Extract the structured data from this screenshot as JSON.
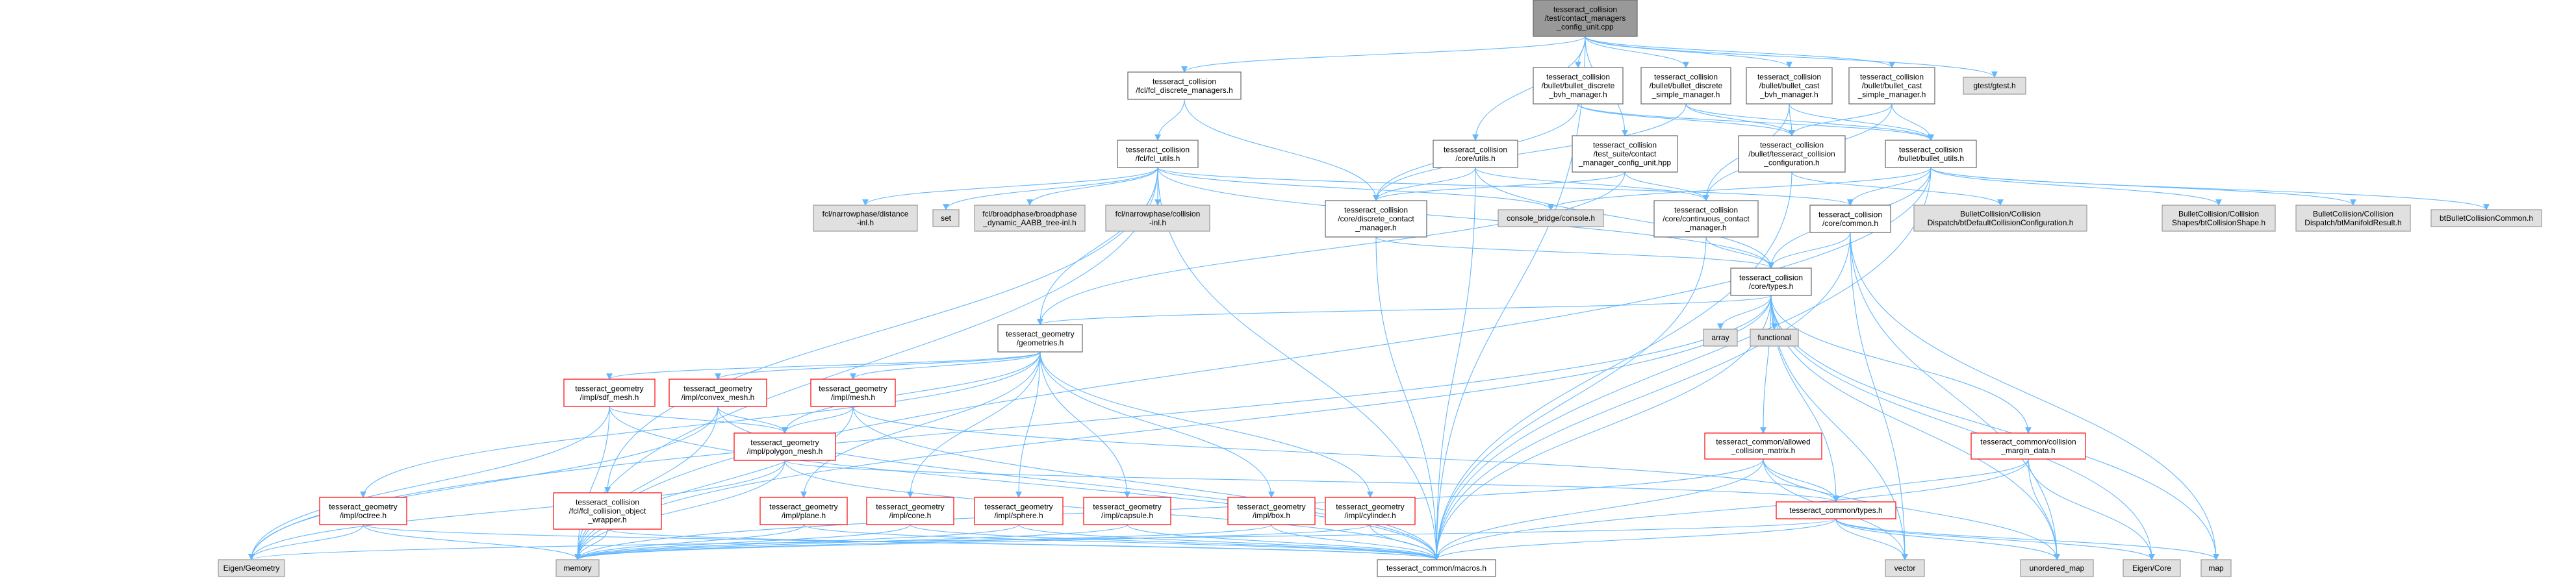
{
  "styles": {
    "root": {
      "fill": "#999999",
      "stroke": "#666666"
    },
    "normal": {
      "fill": "#ffffff",
      "stroke": "#666666"
    },
    "incomplete": {
      "fill": "#ffffff",
      "stroke": "#ff0000"
    },
    "external": {
      "fill": "#e0e0e0",
      "stroke": "#999999"
    },
    "edge": "#63b8ff"
  },
  "nodes": [
    {
      "id": "root",
      "kind": "root",
      "lines": [
        "tesseract_collision",
        "/test/contact_managers",
        "_config_unit.cpp"
      ]
    },
    {
      "id": "fcl_discrete",
      "kind": "normal",
      "lines": [
        "tesseract_collision",
        "/fcl/fcl_discrete_managers.h"
      ]
    },
    {
      "id": "bullet_discrete_bvh",
      "kind": "normal",
      "lines": [
        "tesseract_collision",
        "/bullet/bullet_discrete",
        "_bvh_manager.h"
      ]
    },
    {
      "id": "bullet_discrete_simple",
      "kind": "normal",
      "lines": [
        "tesseract_collision",
        "/bullet/bullet_discrete",
        "_simple_manager.h"
      ]
    },
    {
      "id": "bullet_cast_bvh",
      "kind": "normal",
      "lines": [
        "tesseract_collision",
        "/bullet/bullet_cast",
        "_bvh_manager.h"
      ]
    },
    {
      "id": "bullet_cast_simple",
      "kind": "normal",
      "lines": [
        "tesseract_collision",
        "/bullet/bullet_cast",
        "_simple_manager.h"
      ]
    },
    {
      "id": "gtest",
      "kind": "external",
      "lines": [
        "gtest/gtest.h"
      ]
    },
    {
      "id": "fcl_utils",
      "kind": "normal",
      "lines": [
        "tesseract_collision",
        "/fcl/fcl_utils.h"
      ]
    },
    {
      "id": "core_utils",
      "kind": "normal",
      "lines": [
        "tesseract_collision",
        "/core/utils.h"
      ]
    },
    {
      "id": "test_suite_cfg",
      "kind": "normal",
      "lines": [
        "tesseract_collision",
        "/test_suite/contact",
        "_manager_config_unit.hpp"
      ]
    },
    {
      "id": "bullet_cfg",
      "kind": "normal",
      "lines": [
        "tesseract_collision",
        "/bullet/tesseract_collision",
        "_configuration.h"
      ]
    },
    {
      "id": "bullet_utils",
      "kind": "normal",
      "lines": [
        "tesseract_collision",
        "/bullet/bullet_utils.h"
      ]
    },
    {
      "id": "fcl_distance",
      "kind": "external",
      "lines": [
        "fcl/narrowphase/distance",
        "-inl.h"
      ]
    },
    {
      "id": "set",
      "kind": "external",
      "lines": [
        "set"
      ]
    },
    {
      "id": "fcl_broadphase",
      "kind": "external",
      "lines": [
        "fcl/broadphase/broadphase",
        "_dynamic_AABB_tree-inl.h"
      ]
    },
    {
      "id": "fcl_collision",
      "kind": "external",
      "lines": [
        "fcl/narrowphase/collision",
        "-inl.h"
      ]
    },
    {
      "id": "discrete_contact",
      "kind": "normal",
      "lines": [
        "tesseract_collision",
        "/core/discrete_contact",
        "_manager.h"
      ]
    },
    {
      "id": "console_bridge",
      "kind": "external",
      "lines": [
        "console_bridge/console.h"
      ]
    },
    {
      "id": "continuous_contact",
      "kind": "normal",
      "lines": [
        "tesseract_collision",
        "/core/continuous_contact",
        "_manager.h"
      ]
    },
    {
      "id": "core_common",
      "kind": "normal",
      "lines": [
        "tesseract_collision",
        "/core/common.h"
      ]
    },
    {
      "id": "bt_default_cfg",
      "kind": "external",
      "lines": [
        "BulletCollision/Collision",
        "Dispatch/btDefaultCollisionConfiguration.h"
      ]
    },
    {
      "id": "bt_collision_shape",
      "kind": "external",
      "lines": [
        "BulletCollision/Collision",
        "Shapes/btCollisionShape.h"
      ]
    },
    {
      "id": "bt_manifold",
      "kind": "external",
      "lines": [
        "BulletCollision/Collision",
        "Dispatch/btManifoldResult.h"
      ]
    },
    {
      "id": "bt_common",
      "kind": "external",
      "lines": [
        "btBulletCollisionCommon.h"
      ]
    },
    {
      "id": "core_types",
      "kind": "normal",
      "lines": [
        "tesseract_collision",
        "/core/types.h"
      ]
    },
    {
      "id": "geometries",
      "kind": "normal",
      "lines": [
        "tesseract_geometry",
        "/geometries.h"
      ]
    },
    {
      "id": "array",
      "kind": "external",
      "lines": [
        "array"
      ]
    },
    {
      "id": "functional",
      "kind": "external",
      "lines": [
        "functional"
      ]
    },
    {
      "id": "sdf_mesh",
      "kind": "incomplete",
      "lines": [
        "tesseract_geometry",
        "/impl/sdf_mesh.h"
      ]
    },
    {
      "id": "convex_mesh",
      "kind": "incomplete",
      "lines": [
        "tesseract_geometry",
        "/impl/convex_mesh.h"
      ]
    },
    {
      "id": "mesh",
      "kind": "incomplete",
      "lines": [
        "tesseract_geometry",
        "/impl/mesh.h"
      ]
    },
    {
      "id": "polygon_mesh",
      "kind": "incomplete",
      "lines": [
        "tesseract_geometry",
        "/impl/polygon_mesh.h"
      ]
    },
    {
      "id": "allowed_collision",
      "kind": "incomplete",
      "lines": [
        "tesseract_common/allowed",
        "_collision_matrix.h"
      ]
    },
    {
      "id": "collision_margin",
      "kind": "incomplete",
      "lines": [
        "tesseract_common/collision",
        "_margin_data.h"
      ]
    },
    {
      "id": "octree",
      "kind": "incomplete",
      "lines": [
        "tesseract_geometry",
        "/impl/octree.h"
      ]
    },
    {
      "id": "fcl_collision_object",
      "kind": "incomplete",
      "lines": [
        "tesseract_collision",
        "/fcl/fcl_collision_object",
        "_wrapper.h"
      ]
    },
    {
      "id": "plane",
      "kind": "incomplete",
      "lines": [
        "tesseract_geometry",
        "/impl/plane.h"
      ]
    },
    {
      "id": "cone",
      "kind": "incomplete",
      "lines": [
        "tesseract_geometry",
        "/impl/cone.h"
      ]
    },
    {
      "id": "sphere",
      "kind": "incomplete",
      "lines": [
        "tesseract_geometry",
        "/impl/sphere.h"
      ]
    },
    {
      "id": "capsule",
      "kind": "incomplete",
      "lines": [
        "tesseract_geometry",
        "/impl/capsule.h"
      ]
    },
    {
      "id": "box",
      "kind": "incomplete",
      "lines": [
        "tesseract_geometry",
        "/impl/box.h"
      ]
    },
    {
      "id": "cylinder",
      "kind": "incomplete",
      "lines": [
        "tesseract_geometry",
        "/impl/cylinder.h"
      ]
    },
    {
      "id": "common_types",
      "kind": "incomplete",
      "lines": [
        "tesseract_common/types.h"
      ]
    },
    {
      "id": "eigen_geometry",
      "kind": "external",
      "lines": [
        "Eigen/Geometry"
      ]
    },
    {
      "id": "memory",
      "kind": "external",
      "lines": [
        "memory"
      ]
    },
    {
      "id": "macros",
      "kind": "normal",
      "lines": [
        "tesseract_common/macros.h"
      ]
    },
    {
      "id": "vector",
      "kind": "external",
      "lines": [
        "vector"
      ]
    },
    {
      "id": "unordered_map",
      "kind": "external",
      "lines": [
        "unordered_map"
      ]
    },
    {
      "id": "eigen_core",
      "kind": "external",
      "lines": [
        "Eigen/Core"
      ]
    },
    {
      "id": "map",
      "kind": "external",
      "lines": [
        "map"
      ]
    }
  ],
  "edges": [
    [
      "root",
      "fcl_discrete"
    ],
    [
      "root",
      "bullet_discrete_bvh"
    ],
    [
      "root",
      "bullet_discrete_simple"
    ],
    [
      "root",
      "bullet_cast_bvh"
    ],
    [
      "root",
      "bullet_cast_simple"
    ],
    [
      "root",
      "gtest"
    ],
    [
      "root",
      "core_utils"
    ],
    [
      "root",
      "test_suite_cfg"
    ],
    [
      "root",
      "macros"
    ],
    [
      "fcl_discrete",
      "fcl_utils"
    ],
    [
      "fcl_discrete",
      "discrete_contact"
    ],
    [
      "bullet_discrete_bvh",
      "bullet_cfg"
    ],
    [
      "bullet_discrete_bvh",
      "bullet_utils"
    ],
    [
      "bullet_discrete_bvh",
      "discrete_contact"
    ],
    [
      "bullet_discrete_simple",
      "bullet_cfg"
    ],
    [
      "bullet_discrete_simple",
      "bullet_utils"
    ],
    [
      "bullet_discrete_simple",
      "discrete_contact"
    ],
    [
      "bullet_cast_bvh",
      "bullet_cfg"
    ],
    [
      "bullet_cast_bvh",
      "bullet_utils"
    ],
    [
      "bullet_cast_bvh",
      "continuous_contact"
    ],
    [
      "bullet_cast_simple",
      "bullet_cfg"
    ],
    [
      "bullet_cast_simple",
      "bullet_utils"
    ],
    [
      "bullet_cast_simple",
      "continuous_contact"
    ],
    [
      "fcl_utils",
      "fcl_distance"
    ],
    [
      "fcl_utils",
      "set"
    ],
    [
      "fcl_utils",
      "fcl_broadphase"
    ],
    [
      "fcl_utils",
      "fcl_collision"
    ],
    [
      "fcl_utils",
      "console_bridge"
    ],
    [
      "fcl_utils",
      "core_types"
    ],
    [
      "fcl_utils",
      "core_common"
    ],
    [
      "fcl_utils",
      "fcl_collision_object"
    ],
    [
      "fcl_utils",
      "memory"
    ],
    [
      "fcl_utils",
      "macros"
    ],
    [
      "fcl_utils",
      "geometries"
    ],
    [
      "core_utils",
      "discrete_contact"
    ],
    [
      "core_utils",
      "continuous_contact"
    ],
    [
      "core_utils",
      "core_types"
    ],
    [
      "core_utils",
      "macros"
    ],
    [
      "test_suite_cfg",
      "discrete_contact"
    ],
    [
      "test_suite_cfg",
      "continuous_contact"
    ],
    [
      "test_suite_cfg",
      "geometries"
    ],
    [
      "bullet_cfg",
      "macros"
    ],
    [
      "bullet_cfg",
      "bt_default_cfg"
    ],
    [
      "bullet_utils",
      "core_common"
    ],
    [
      "bullet_utils",
      "core_types"
    ],
    [
      "bullet_utils",
      "console_bridge"
    ],
    [
      "bullet_utils",
      "bt_collision_shape"
    ],
    [
      "bullet_utils",
      "bt_manifold"
    ],
    [
      "bullet_utils",
      "bt_common"
    ],
    [
      "bullet_utils",
      "macros"
    ],
    [
      "bullet_utils",
      "memory"
    ],
    [
      "discrete_contact",
      "core_types"
    ],
    [
      "discrete_contact",
      "macros"
    ],
    [
      "continuous_contact",
      "core_types"
    ],
    [
      "continuous_contact",
      "macros"
    ],
    [
      "core_common",
      "core_types"
    ],
    [
      "core_common",
      "unordered_map"
    ],
    [
      "core_common",
      "vector"
    ],
    [
      "core_common",
      "map"
    ],
    [
      "core_common",
      "macros"
    ],
    [
      "core_types",
      "array"
    ],
    [
      "core_types",
      "functional"
    ],
    [
      "core_types",
      "geometries"
    ],
    [
      "core_types",
      "allowed_collision"
    ],
    [
      "core_types",
      "collision_margin"
    ],
    [
      "core_types",
      "common_types"
    ],
    [
      "core_types",
      "eigen_geometry"
    ],
    [
      "core_types",
      "eigen_core"
    ],
    [
      "core_types",
      "vector"
    ],
    [
      "core_types",
      "map"
    ],
    [
      "core_types",
      "memory"
    ],
    [
      "core_types",
      "unordered_map"
    ],
    [
      "core_types",
      "macros"
    ],
    [
      "geometries",
      "sdf_mesh"
    ],
    [
      "geometries",
      "convex_mesh"
    ],
    [
      "geometries",
      "mesh"
    ],
    [
      "geometries",
      "polygon_mesh"
    ],
    [
      "geometries",
      "octree"
    ],
    [
      "geometries",
      "plane"
    ],
    [
      "geometries",
      "cone"
    ],
    [
      "geometries",
      "sphere"
    ],
    [
      "geometries",
      "capsule"
    ],
    [
      "geometries",
      "box"
    ],
    [
      "geometries",
      "cylinder"
    ],
    [
      "sdf_mesh",
      "polygon_mesh"
    ],
    [
      "sdf_mesh",
      "eigen_geometry"
    ],
    [
      "sdf_mesh",
      "memory"
    ],
    [
      "sdf_mesh",
      "macros"
    ],
    [
      "convex_mesh",
      "polygon_mesh"
    ],
    [
      "convex_mesh",
      "eigen_geometry"
    ],
    [
      "convex_mesh",
      "memory"
    ],
    [
      "convex_mesh",
      "macros"
    ],
    [
      "mesh",
      "polygon_mesh"
    ],
    [
      "mesh",
      "common_types"
    ],
    [
      "mesh",
      "memory"
    ],
    [
      "mesh",
      "macros"
    ],
    [
      "polygon_mesh",
      "common_types"
    ],
    [
      "polygon_mesh",
      "eigen_geometry"
    ],
    [
      "polygon_mesh",
      "memory"
    ],
    [
      "polygon_mesh",
      "macros"
    ],
    [
      "allowed_collision",
      "common_types"
    ],
    [
      "allowed_collision",
      "unordered_map"
    ],
    [
      "allowed_collision",
      "vector"
    ],
    [
      "allowed_collision",
      "memory"
    ],
    [
      "allowed_collision",
      "macros"
    ],
    [
      "collision_margin",
      "common_types"
    ],
    [
      "collision_margin",
      "unordered_map"
    ],
    [
      "collision_margin",
      "eigen_core"
    ],
    [
      "collision_margin",
      "macros"
    ],
    [
      "octree",
      "eigen_geometry"
    ],
    [
      "octree",
      "memory"
    ],
    [
      "octree",
      "macros"
    ],
    [
      "fcl_collision_object",
      "memory"
    ],
    [
      "fcl_collision_object",
      "macros"
    ],
    [
      "plane",
      "memory"
    ],
    [
      "plane",
      "macros"
    ],
    [
      "cone",
      "memory"
    ],
    [
      "cone",
      "macros"
    ],
    [
      "sphere",
      "memory"
    ],
    [
      "sphere",
      "macros"
    ],
    [
      "capsule",
      "memory"
    ],
    [
      "capsule",
      "macros"
    ],
    [
      "box",
      "memory"
    ],
    [
      "box",
      "macros"
    ],
    [
      "cylinder",
      "memory"
    ],
    [
      "cylinder",
      "macros"
    ],
    [
      "common_types",
      "vector"
    ],
    [
      "common_types",
      "unordered_map"
    ],
    [
      "common_types",
      "eigen_core"
    ],
    [
      "common_types",
      "eigen_geometry"
    ],
    [
      "common_types",
      "map"
    ],
    [
      "common_types",
      "macros"
    ]
  ]
}
